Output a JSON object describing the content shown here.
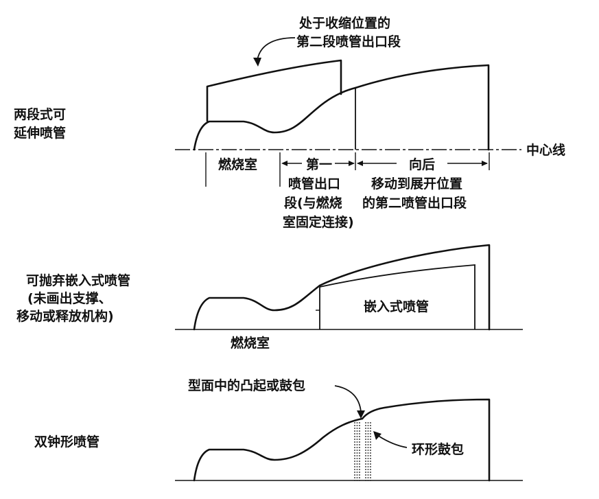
{
  "diagram1": {
    "side_label": [
      "两段式可",
      "延伸喷管"
    ],
    "top_label": [
      "处于收缩位置的",
      "第二段喷管出口段"
    ],
    "centerline_label": "中心线",
    "chamber_label": "燃烧室",
    "first_section_label": [
      "第一",
      "喷管出口",
      "段(与燃烧",
      "室固定连接)"
    ],
    "second_section_label": [
      "向后",
      "移动到展开位置",
      "的第二喷管出口段"
    ]
  },
  "diagram2": {
    "side_label": [
      "可抛弃嵌入式喷管",
      "(未画出支撑、",
      "移动或释放机构)"
    ],
    "insert_label": "嵌入式喷管",
    "chamber_label": "燃烧室"
  },
  "diagram3": {
    "side_label": "双钟形喷管",
    "bump_label": "型面中的凸起或鼓包",
    "ring_label": "环形鼓包"
  }
}
